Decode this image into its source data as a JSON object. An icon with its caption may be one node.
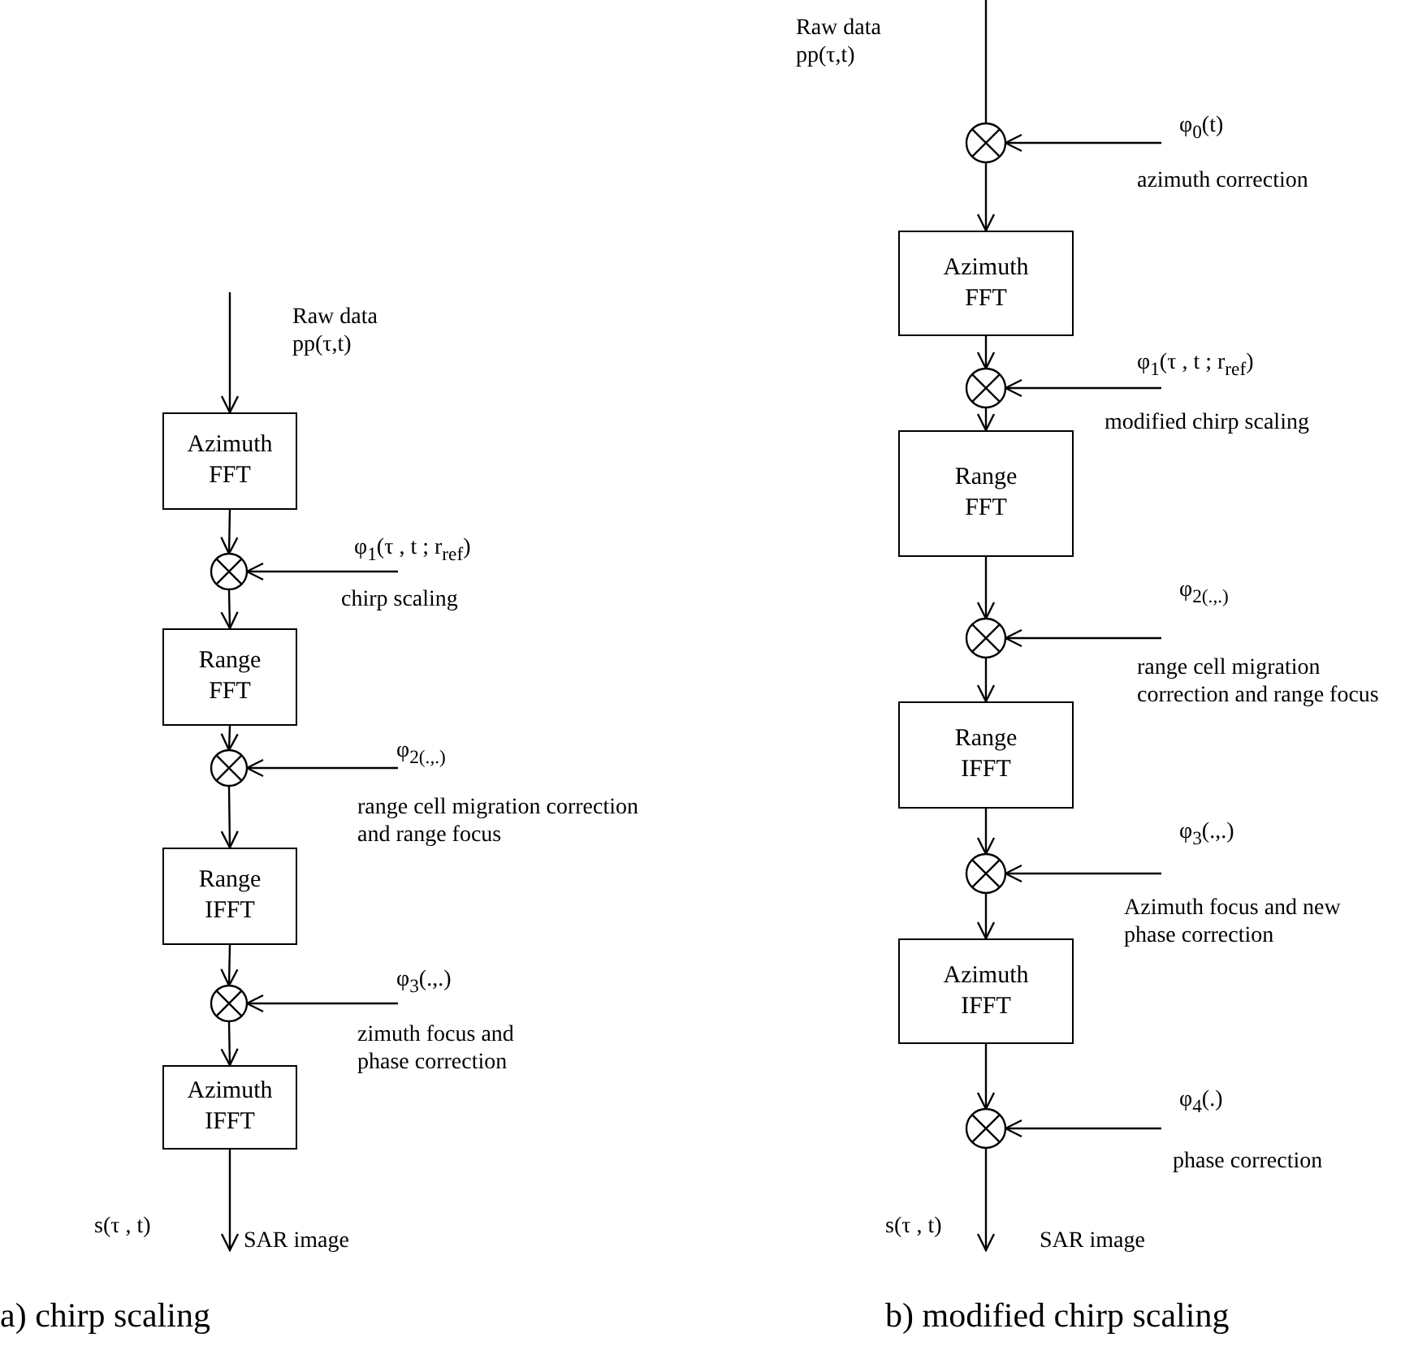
{
  "diagram": {
    "nodes": [
      {
        "text": [
          "Azimuth FFT"
        ]
      },
      {
        "text": [],
        "shape": "circle"
      },
      {
        "text": [
          "Range FFT"
        ]
      },
      {
        "text": [],
        "shape": "circle"
      },
      {
        "text": [
          "Range IFFT"
        ]
      },
      {
        "text": [],
        "shape": "circle"
      },
      {
        "text": [
          "Azimuth IFFT"
        ]
      },
      {
        "text": [],
        "shape": "circle"
      },
      {
        "text": [
          "Azimuth FFT"
        ]
      },
      {
        "text": [],
        "shape": "circle"
      },
      {
        "text": [
          "Range FFT"
        ]
      },
      {
        "text": [],
        "shape": "circle"
      },
      {
        "text": [
          "Range IFFT"
        ]
      },
      {
        "text": [],
        "shape": "circle"
      },
      {
        "text": [
          "Azimuth IFFT"
        ]
      },
      {
        "text": [],
        "shape": "circle"
      }
    ],
    "edges": [
      {
        "from": null,
        "to": 0,
        "arrow": "to",
        "label": "Raw data pp(τ,t)"
      },
      {
        "from": 0,
        "to": 1,
        "arrow": "to"
      },
      {
        "from": null,
        "to": 1,
        "arrow": "to",
        "label": "φ$_{1}$(τ , t ; r$_{ref}$)"
      },
      {
        "from": 1,
        "to": 2,
        "arrow": "to"
      },
      {
        "from": 2,
        "to": 3,
        "arrow": "to"
      },
      {
        "from": null,
        "to": 3,
        "arrow": "to",
        "label": "φ$_{2(.,.)}$"
      },
      {
        "from": 3,
        "to": 4,
        "arrow": "to"
      },
      {
        "from": 4,
        "to": 5,
        "arrow": "to"
      },
      {
        "from": null,
        "to": 5,
        "arrow": "to",
        "label": "φ$_{3}$(.,.)"
      },
      {
        "from": 5,
        "to": 6,
        "arrow": "to"
      },
      {
        "from": 6,
        "to": null,
        "arrow": "to",
        "label": "SAR image"
      },
      {
        "from": null,
        "to": 7,
        "arrow": "none",
        "label": "Raw data pp(τ,t)"
      },
      {
        "from": null,
        "to": 7,
        "arrow": "to",
        "label": "φ$_{0}$(t)"
      },
      {
        "from": 7,
        "to": 8,
        "arrow": "to"
      },
      {
        "from": 8,
        "to": 9,
        "arrow": "to"
      },
      {
        "from": null,
        "to": 9,
        "arrow": "to",
        "label": "φ$_{1}$(τ , t ; r$_{ref}$)"
      },
      {
        "from": 9,
        "to": 10,
        "arrow": "to"
      },
      {
        "from": 10,
        "to": 11,
        "arrow": "to"
      },
      {
        "from": null,
        "to": 11,
        "arrow": "to",
        "label": "φ$_{2(.,.)}$"
      },
      {
        "from": 11,
        "to": 12,
        "arrow": "to"
      },
      {
        "from": 12,
        "to": 13,
        "arrow": "to"
      },
      {
        "from": null,
        "to": 13,
        "arrow": "to",
        "label": "φ$_{3}$(.,.)"
      },
      {
        "from": 13,
        "to": 14,
        "arrow": "to"
      },
      {
        "from": 14,
        "to": 15,
        "arrow": "to"
      },
      {
        "from": null,
        "to": 15,
        "arrow": "to",
        "label": "φ$_{4}$(.)"
      },
      {
        "from": 15,
        "to": null,
        "arrow": "to",
        "label": "SAR image"
      }
    ],
    "labels": [
      "chirp scaling",
      "range cell migration correction and range focus",
      "zimuth focus and phase correction",
      "s(τ , t)",
      "azimuth correction",
      "modified chirp scaling",
      "range cell migration correction and range focus",
      "Azimuth focus and new phase correction",
      "phase correction",
      "s(τ , t)",
      "a) chirp scaling",
      "b) modified chirp scaling"
    ]
  }
}
